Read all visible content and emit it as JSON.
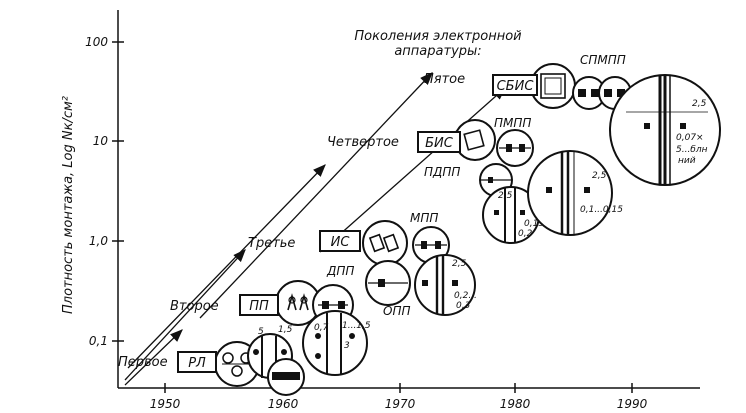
{
  "axes": {
    "y_label": "Плотность монтажа, Log Nк/см²",
    "y_ticks": [
      "100",
      "10",
      "1,0",
      "0,1"
    ],
    "x_ticks": [
      "1950",
      "1960",
      "1970",
      "1980",
      "1990"
    ]
  },
  "title": {
    "line1": "Поколения электронной",
    "line2": "аппаратуры:"
  },
  "generations": [
    "Первое",
    "Второе",
    "Третье",
    "Четвертое",
    "Пятое"
  ],
  "technologies": {
    "rl": "РЛ",
    "pp": "ПП",
    "is": "ИС",
    "bis": "БИС",
    "sbis": "СБИС"
  },
  "board_types": {
    "opp": "ОПП",
    "dpp": "ДПП",
    "mpp": "МПП",
    "pdpp": "ПДПП",
    "pmpp": "ПМПП",
    "spmpp": "СПМПП"
  },
  "dimensions": {
    "d1": "5",
    "d2": "1,5",
    "d3": "0,7",
    "d4": "1...1,5",
    "d5": "3",
    "d6": "2,5",
    "d7": "0,2...",
    "d8": "0,3",
    "d9": "2,5",
    "d10": "0,15",
    "d11": "0,2",
    "d12": "2,5",
    "d13": "0,1...0,15",
    "d14": "2,5",
    "d15": "0,07×",
    "d16": "5...блн",
    "d17": "ний"
  }
}
